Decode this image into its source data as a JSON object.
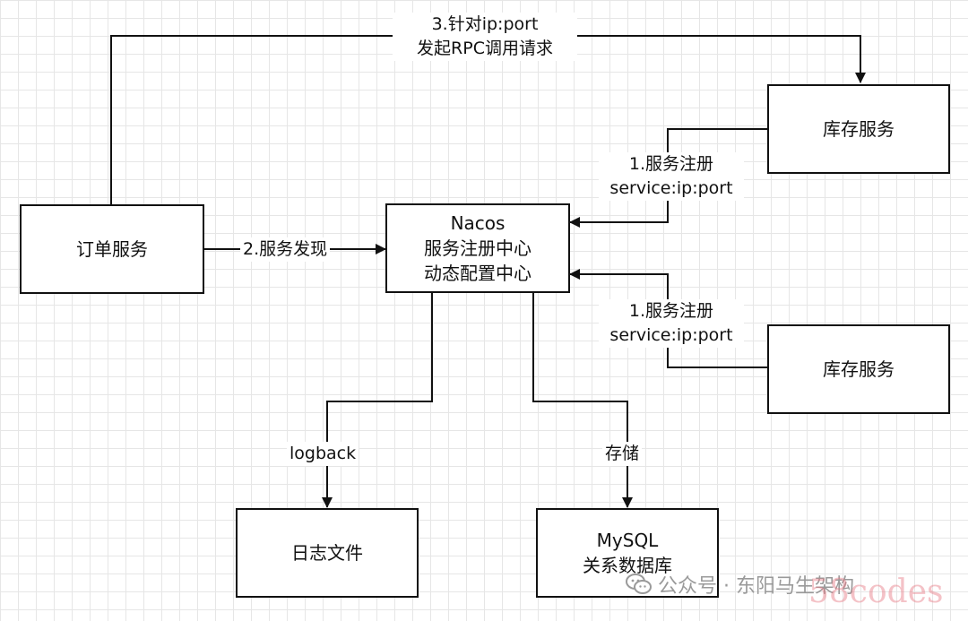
{
  "nodes": {
    "order": "订单服务",
    "inventory_top": "库存服务",
    "inventory_bottom": "库存服务",
    "nacos": [
      "Nacos",
      "服务注册中心",
      "动态配置中心"
    ],
    "logfile": "日志文件",
    "mysql": [
      "MySQL",
      "关系数据库"
    ]
  },
  "edges": {
    "rpc_call": [
      "3.针对ip:port",
      "发起RPC调用请求"
    ],
    "discovery": "2.服务发现",
    "register_top": [
      "1.服务注册",
      "service:ip:port"
    ],
    "register_bottom": [
      "1.服务注册",
      "service:ip:port"
    ],
    "logback": "logback",
    "storage": "存储"
  },
  "watermark": {
    "text": "公众号 · 东阳马生架构",
    "overlay": "58codes"
  }
}
